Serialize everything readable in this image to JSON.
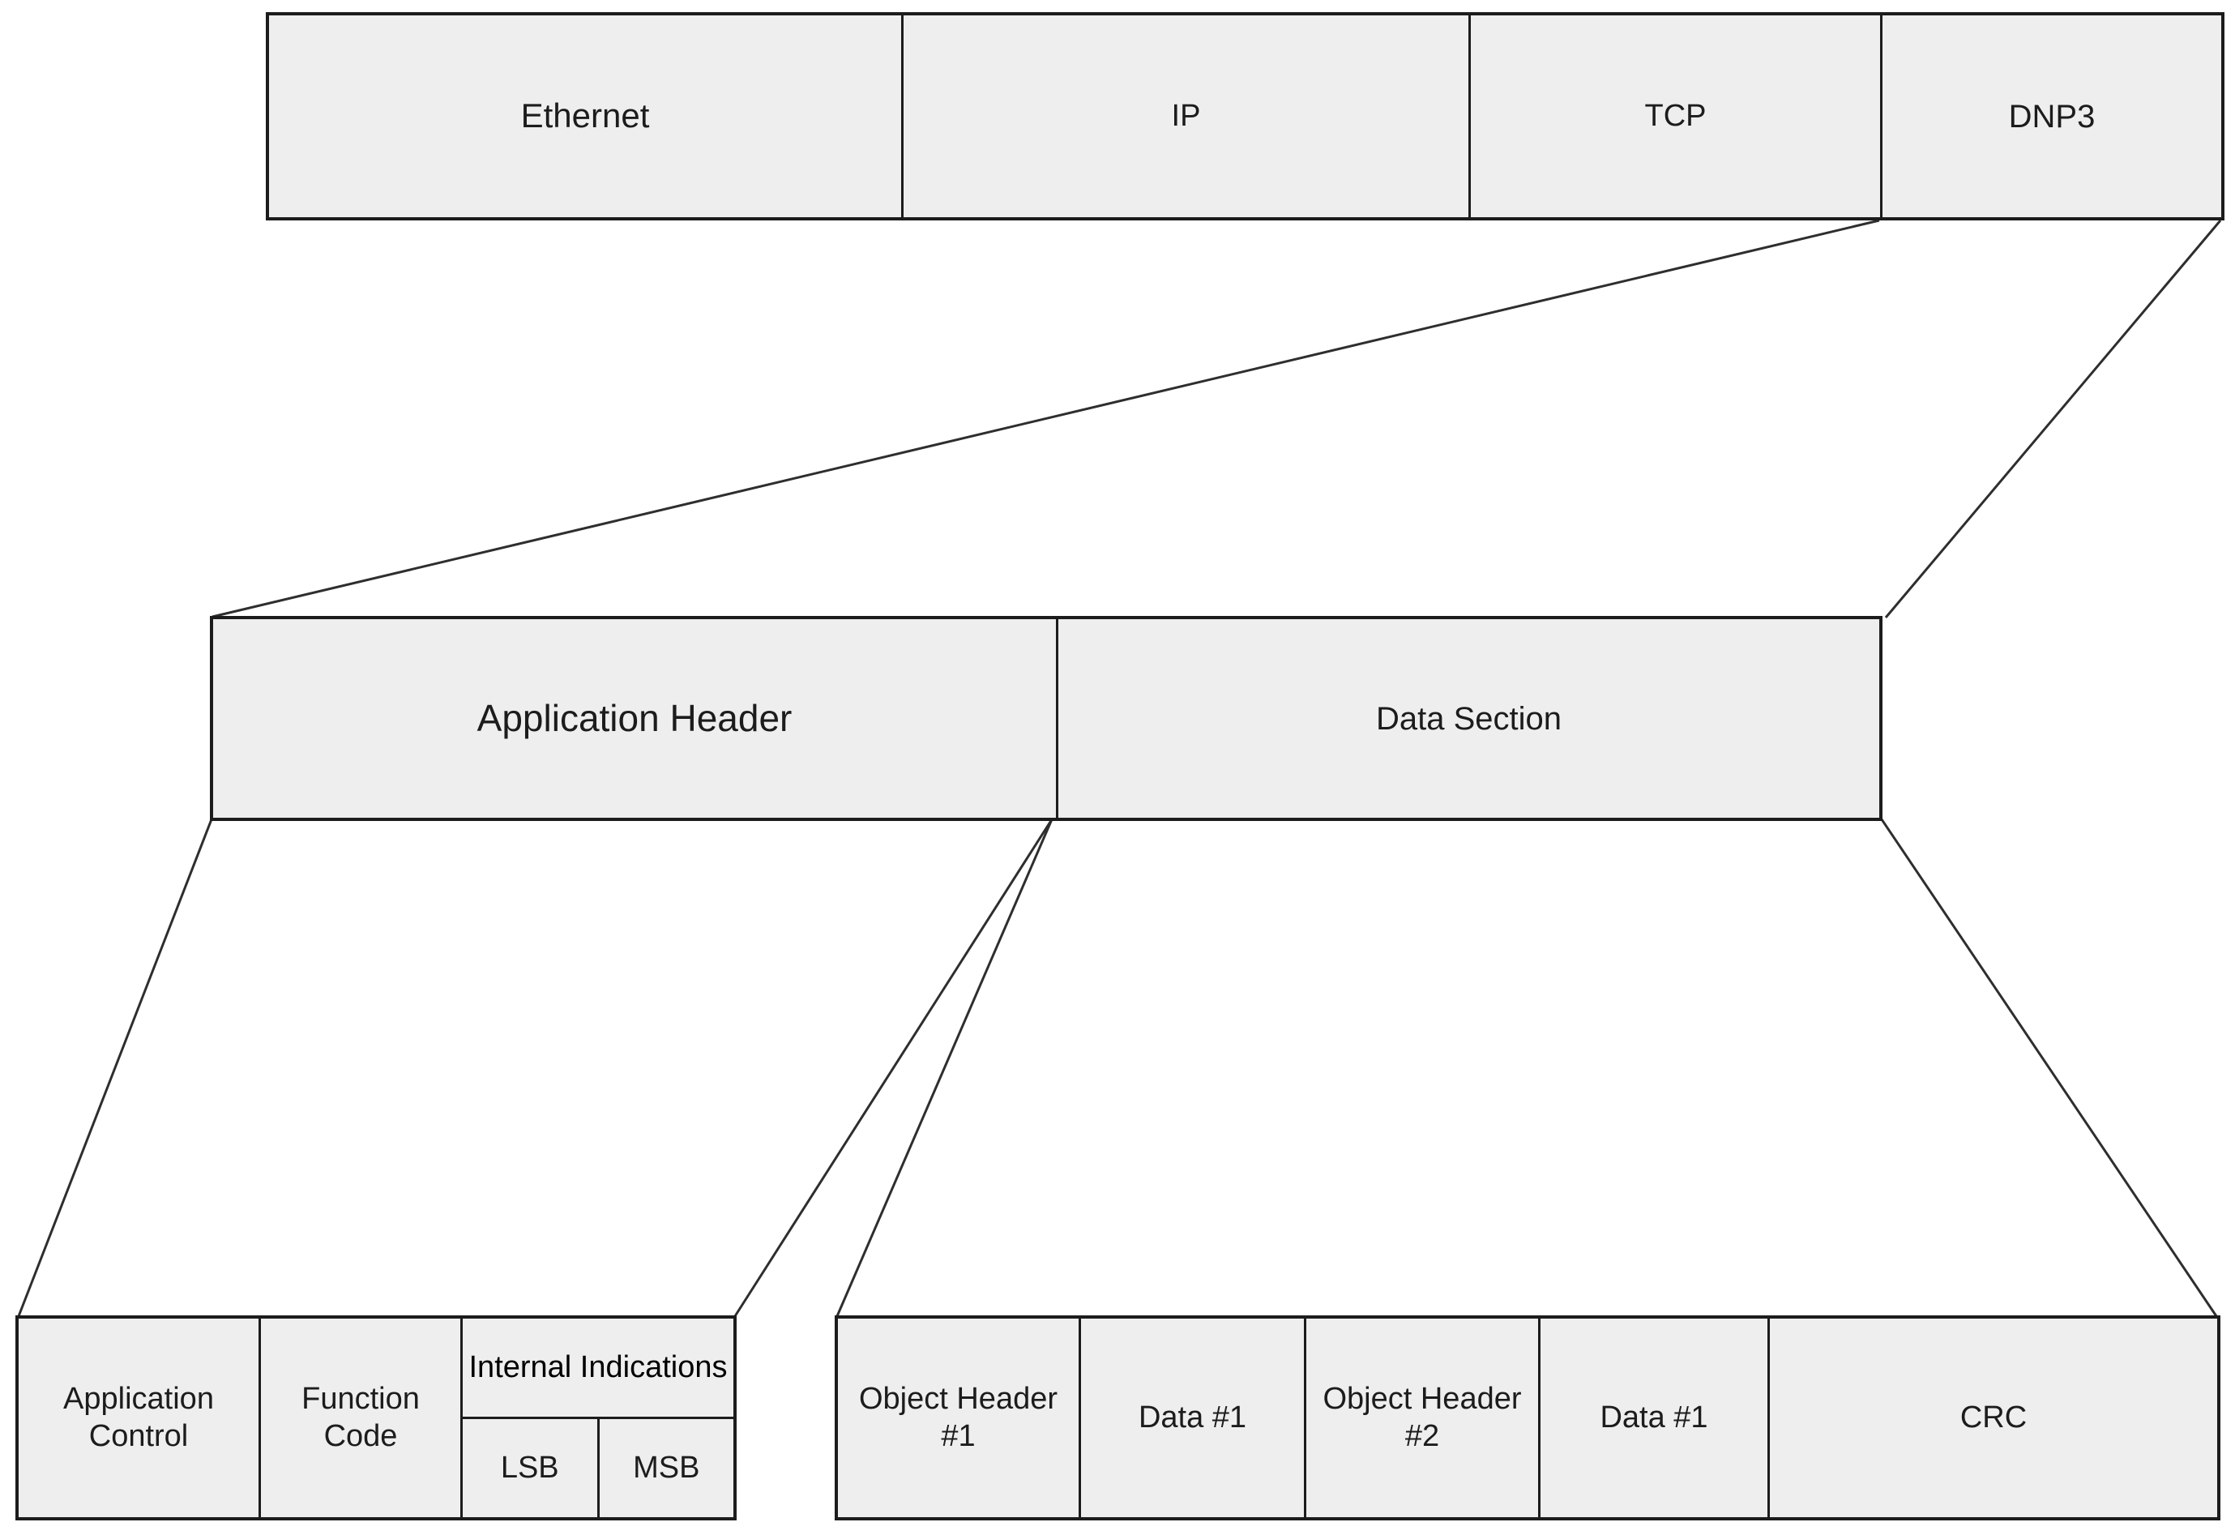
{
  "protocol_stack": {
    "cells": [
      {
        "label": "Ethernet"
      },
      {
        "label": "IP"
      },
      {
        "label": "TCP"
      },
      {
        "label": "DNP3"
      }
    ]
  },
  "dnp3_layer": {
    "cells": [
      {
        "label": "Application Header"
      },
      {
        "label": "Data Section"
      }
    ]
  },
  "application_header_detail": {
    "cells": [
      {
        "label": "Application Control"
      },
      {
        "label": "Function Code"
      },
      {
        "label": "Internal Indications"
      },
      {
        "label": "LSB"
      },
      {
        "label": "MSB"
      }
    ]
  },
  "data_section_detail": {
    "cells": [
      {
        "label": "Object Header #1"
      },
      {
        "label": "Data #1"
      },
      {
        "label": "Object Header #2"
      },
      {
        "label": "Data #1"
      },
      {
        "label": "CRC"
      }
    ]
  },
  "colors": {
    "box_fill": "#eeeeee",
    "box_border": "#1c1c1c",
    "connector_line": "#2e2e2e",
    "background": "#ffffff"
  }
}
